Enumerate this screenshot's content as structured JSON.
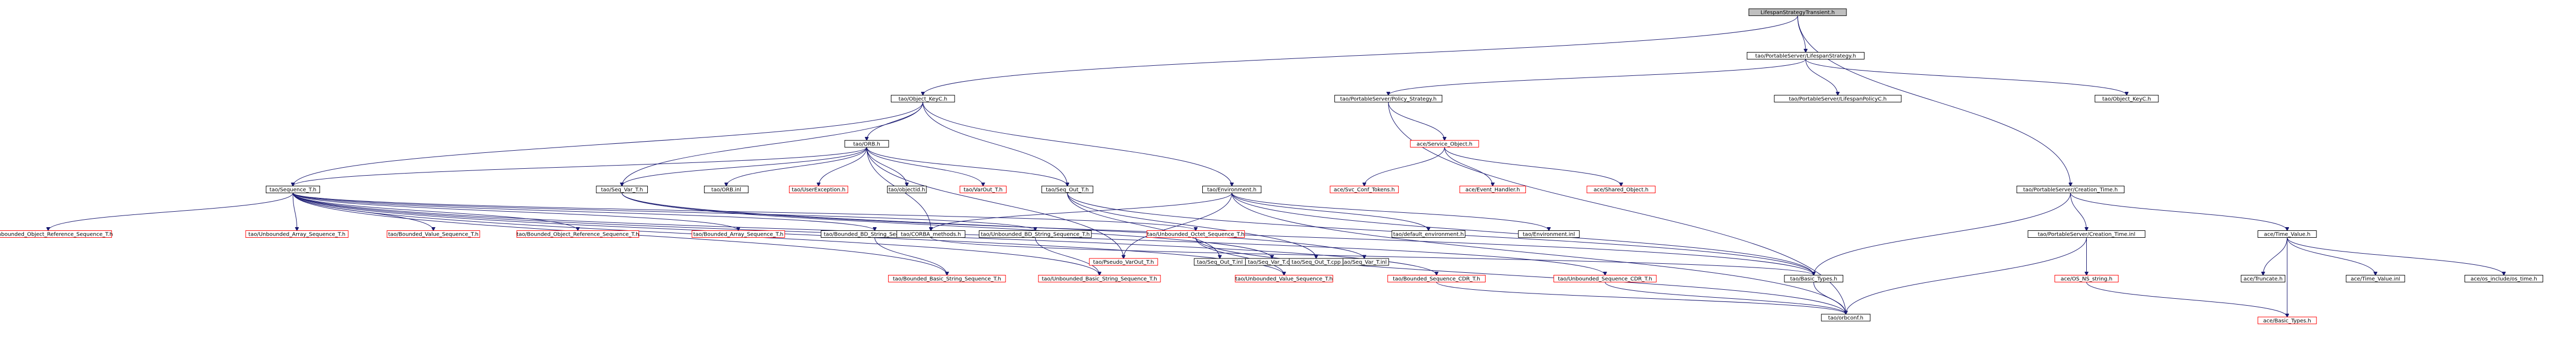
{
  "colors": {
    "normal_border": "#000000",
    "missing_border": "#ff0000",
    "highlight_fill": "#bfbfbf",
    "edge": "#191970"
  },
  "nodes": {
    "root": "LifespanStrategyTransient.h",
    "lifespan_strategy": "tao/PortableServer/LifespanStrategy.h",
    "object_keyc": "tao/Object_KeyC.h",
    "policy_strategy": "tao/PortableServer/Policy_Strategy.h",
    "lifespan_policyc": "tao/PortableServer/LifespanPolicyC.h",
    "object_keyc_2": "tao/Object_KeyC.h",
    "orb": "tao/ORB.h",
    "service_object": "ace/Service_Object.h",
    "sequence_t": "tao/Sequence_T.h",
    "seq_var_t": "tao/Seq_Var_T.h",
    "orb_inl": "tao/ORB.inl",
    "user_exception": "tao/UserException.h",
    "objectid": "tao/objectid.h",
    "varout_t": "tao/VarOut_T.h",
    "seq_out_t": "tao/Seq_Out_T.h",
    "environment": "tao/Environment.h",
    "svc_conf_tokens": "ace/Svc_Conf_Tokens.h",
    "event_handler": "ace/Event_Handler.h",
    "shared_object": "ace/Shared_Object.h",
    "unb_obj_ref_seq": "tao/Unbounded_Object_Reference_Sequence_T.h",
    "unb_array_seq": "tao/Unbounded_Array_Sequence_T.h",
    "bnd_value_seq": "tao/Bounded_Value_Sequence_T.h",
    "bnd_obj_ref_seq": "tao/Bounded_Object_Reference_Sequence_T.h",
    "bnd_array_seq": "tao/Bounded_Array_Sequence_T.h",
    "bnd_bd_string_seq": "tao/Bounded_BD_String_Sequence_T.h",
    "unb_bd_string_seq": "tao/Unbounded_BD_String_Sequence_T.h",
    "unb_octet_seq": "tao/Unbounded_Octet_Sequence_T.h",
    "seq_var_t_cpp": "tao/Seq_Var_T.cpp",
    "seq_var_t_inl": "tao/Seq_Var_T.inl",
    "pseudo_varout_t": "tao/Pseudo_VarOut_T.h",
    "seq_out_t_inl": "tao/Seq_Out_T.inl",
    "seq_out_t_cpp": "tao/Seq_Out_T.cpp",
    "corba_methods": "tao/CORBA_methods.h",
    "default_environment": "tao/default_environment.h",
    "environment_inl": "tao/Environment.inl",
    "creation_time": "tao/PortableServer/Creation_Time.h",
    "bnd_basic_string_seq": "tao/Bounded_Basic_String_Sequence_T.h",
    "unb_basic_string_seq": "tao/Unbounded_Basic_String_Sequence_T.h",
    "unb_value_seq": "tao/Unbounded_Value_Sequence_T.h",
    "bnd_seq_cdr": "tao/Bounded_Sequence_CDR_T.h",
    "unb_seq_cdr": "tao/Unbounded_Sequence_CDR_T.h",
    "basic_types": "tao/Basic_Types.h",
    "creation_time_inl": "tao/PortableServer/Creation_Time.inl",
    "time_value": "ace/Time_Value.h",
    "orbconf": "tao/orbconf.h",
    "os_ns_string": "ace/OS_NS_string.h",
    "ace_inttypes": "ace/os_include/os_time.h",
    "ace_config": "ace/Time_Value.inl",
    "ace_truncate": "ace/Truncate.h",
    "ace_basic_types": "ace/Basic_Types.h"
  }
}
